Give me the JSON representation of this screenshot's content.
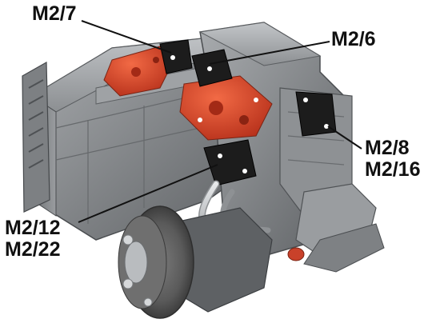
{
  "callouts": {
    "m2_7": {
      "lines": [
        "M2/7"
      ]
    },
    "m2_6": {
      "lines": [
        "M2/6"
      ]
    },
    "m2_8": {
      "lines": [
        "M2/8",
        "M2/16"
      ]
    },
    "m2_12": {
      "lines": [
        "M2/12",
        "M2/22"
      ]
    }
  },
  "colors": {
    "housing": "#8a8d90",
    "housing_dark": "#55585b",
    "housing_light": "#b9bcbf",
    "actuator_red": "#d9452a",
    "actuator_black": "#1c1c1c",
    "leader_line": "#111111"
  }
}
